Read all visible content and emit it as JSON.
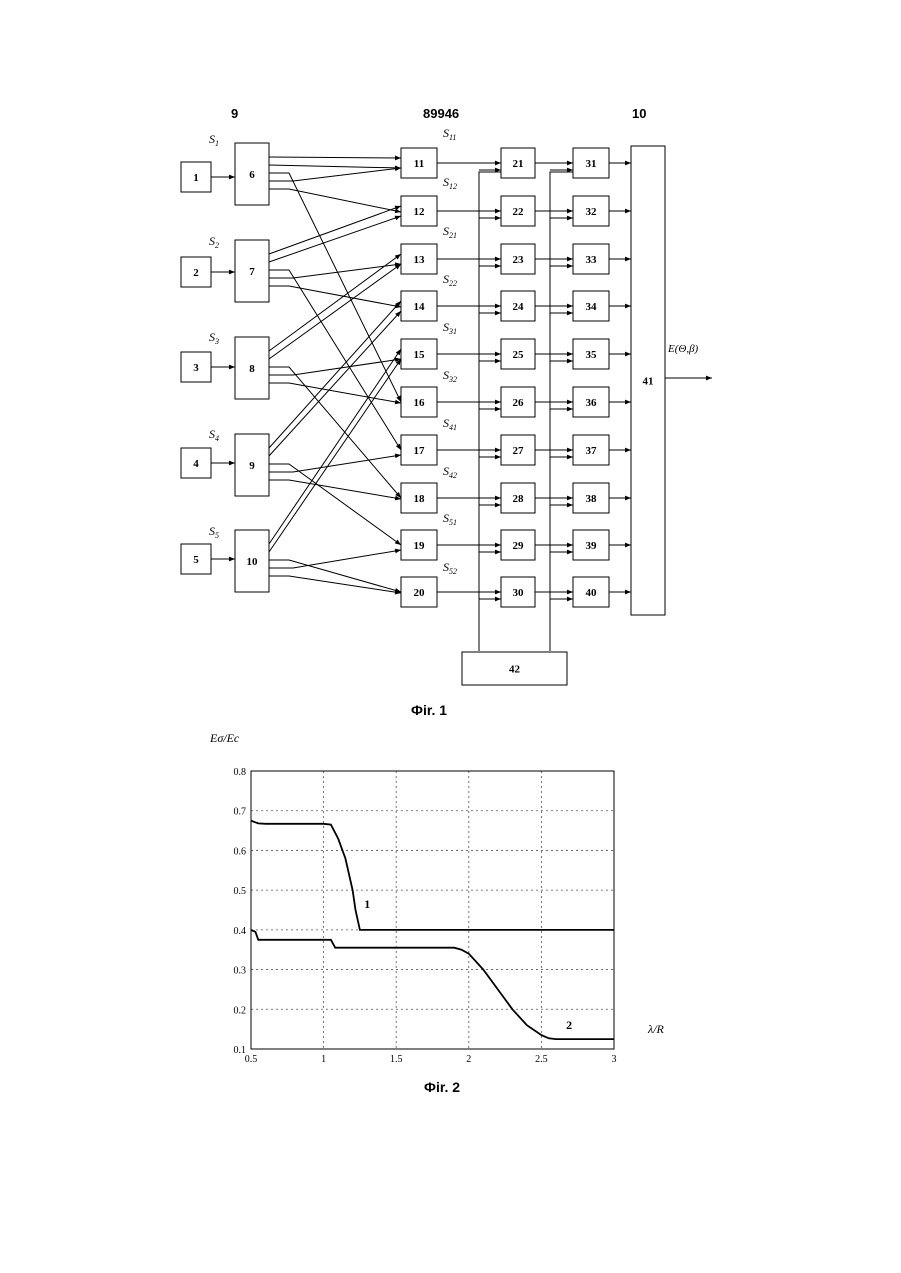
{
  "header": {
    "left_page": "9",
    "patent_number": "89946",
    "right_page": "10"
  },
  "fig1": {
    "caption": "Фіr. 1",
    "sources": [
      "1",
      "2",
      "3",
      "4",
      "5"
    ],
    "dividers": [
      "6",
      "7",
      "8",
      "9",
      "10"
    ],
    "channel_blocks": [
      "11",
      "12",
      "13",
      "14",
      "15",
      "16",
      "17",
      "18",
      "19",
      "20"
    ],
    "stage2_blocks": [
      "21",
      "22",
      "23",
      "24",
      "25",
      "26",
      "27",
      "28",
      "29",
      "30"
    ],
    "stage3_blocks": [
      "31",
      "32",
      "33",
      "34",
      "35",
      "36",
      "37",
      "38",
      "39",
      "40"
    ],
    "summator": "41",
    "control_block": "42",
    "source_signals": [
      {
        "base": "S",
        "sub": "1"
      },
      {
        "base": "S",
        "sub": "2"
      },
      {
        "base": "S",
        "sub": "3"
      },
      {
        "base": "S",
        "sub": "4"
      },
      {
        "base": "S",
        "sub": "5"
      }
    ],
    "channel_signals": [
      {
        "base": "S",
        "sub": "11"
      },
      {
        "base": "S",
        "sub": "12"
      },
      {
        "base": "S",
        "sub": "21"
      },
      {
        "base": "S",
        "sub": "22"
      },
      {
        "base": "S",
        "sub": "31"
      },
      {
        "base": "S",
        "sub": "32"
      },
      {
        "base": "S",
        "sub": "41"
      },
      {
        "base": "S",
        "sub": "42"
      },
      {
        "base": "S",
        "sub": "51"
      },
      {
        "base": "S",
        "sub": "52"
      }
    ],
    "output_label": "E(Θ,β)"
  },
  "fig2": {
    "caption": "Фіr. 2",
    "chart_data": {
      "type": "line",
      "xlabel": "λ/R",
      "ylabel": "Eσ/Ec",
      "xlim": [
        0.5,
        3
      ],
      "ylim": [
        0.1,
        0.8
      ],
      "x_ticks": [
        "0.5",
        "1",
        "1.5",
        "2",
        "2.5",
        "3"
      ],
      "y_ticks": [
        "0.1",
        "0.2",
        "0.3",
        "0.4",
        "0.5",
        "0.6",
        "0.7",
        "0.8"
      ],
      "grid": true,
      "series": [
        {
          "name": "1",
          "x": [
            0.5,
            0.52,
            0.55,
            0.6,
            0.8,
            1.0,
            1.05,
            1.1,
            1.15,
            1.2,
            1.22,
            1.25,
            1.3,
            1.5,
            2.0,
            2.5,
            3.0
          ],
          "y": [
            0.675,
            0.672,
            0.668,
            0.667,
            0.667,
            0.667,
            0.665,
            0.63,
            0.58,
            0.5,
            0.45,
            0.4,
            0.4,
            0.4,
            0.4,
            0.4,
            0.4
          ]
        },
        {
          "name": "2",
          "x": [
            0.5,
            0.53,
            0.55,
            0.6,
            0.8,
            1.0,
            1.05,
            1.08,
            1.2,
            1.5,
            1.8,
            1.9,
            1.95,
            2.0,
            2.1,
            2.2,
            2.3,
            2.4,
            2.5,
            2.55,
            2.6,
            2.8,
            3.0
          ],
          "y": [
            0.4,
            0.395,
            0.375,
            0.375,
            0.375,
            0.375,
            0.375,
            0.355,
            0.355,
            0.355,
            0.355,
            0.355,
            0.35,
            0.34,
            0.3,
            0.25,
            0.2,
            0.16,
            0.135,
            0.127,
            0.125,
            0.125,
            0.125
          ]
        }
      ]
    }
  }
}
